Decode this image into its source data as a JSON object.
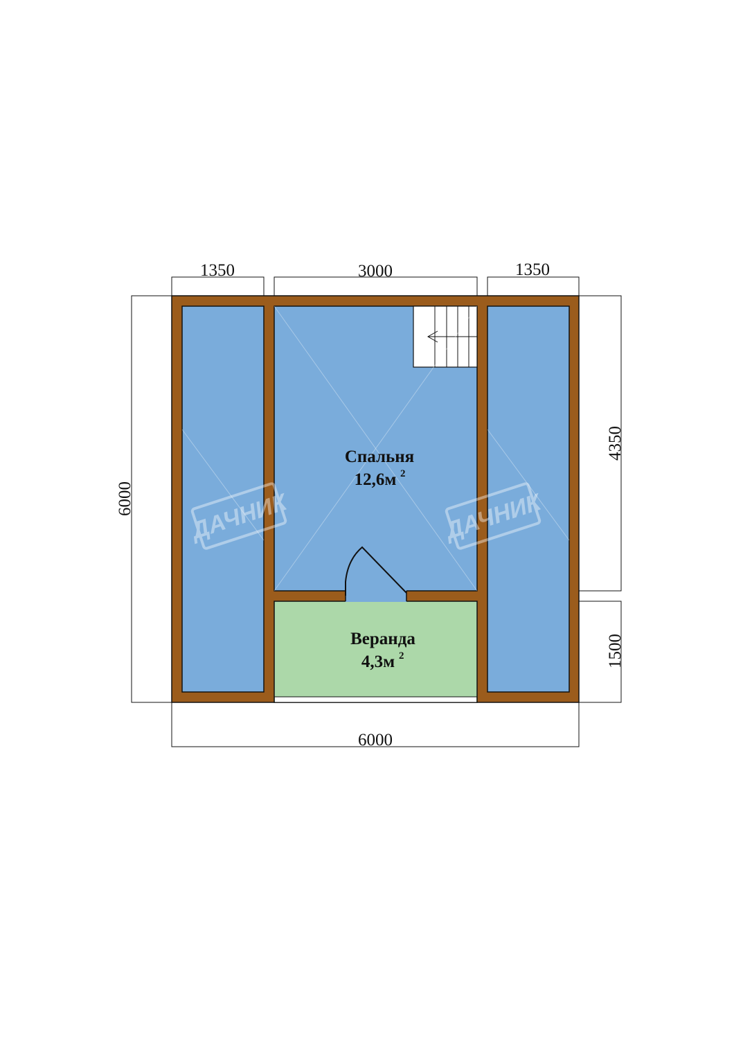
{
  "colors": {
    "wall": "#9b5c1c",
    "room_blue": "#7aacdb",
    "veranda_green": "#acd8a9",
    "line": "#111111",
    "watermark": "#ffffff"
  },
  "dimensions": {
    "top_left": "1350",
    "top_middle": "3000",
    "top_right": "1350",
    "bottom_total": "6000",
    "left_total": "6000",
    "right_upper": "4350",
    "right_lower": "1500"
  },
  "rooms": {
    "bedroom": {
      "name": "Спальня",
      "area": "12,6м",
      "unit_sup": "2"
    },
    "veranda": {
      "name": "Веранда",
      "area": "4,3м",
      "unit_sup": "2"
    }
  },
  "watermark": {
    "text": "ДАЧНИК"
  }
}
